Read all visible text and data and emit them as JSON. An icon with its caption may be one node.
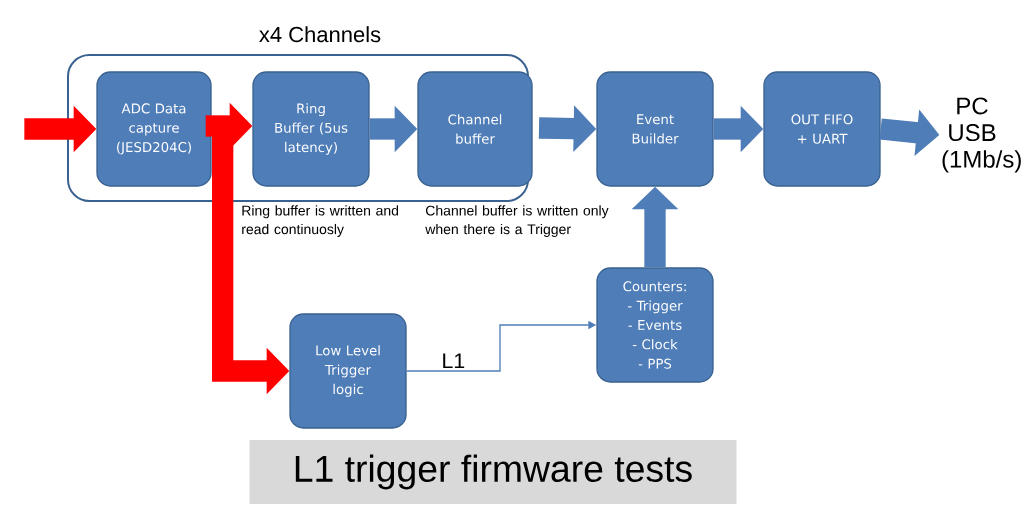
{
  "diagram": {
    "caption": "L1 trigger firmware tests",
    "nodes": [
      {
        "text": [
          "x4 Channels"
        ]
      },
      {
        "text": [
          "ADC Data capture (JESD204C)"
        ],
        "in": 0
      },
      {
        "text": [
          "Ring Buffer (5us latency)"
        ],
        "in": 0
      },
      {
        "text": [
          "Channel buffer"
        ],
        "in": 0
      },
      {
        "text": [
          "Event Builder"
        ]
      },
      {
        "text": [
          "OUT FIFO + UART"
        ]
      },
      {
        "text": [
          "PC USB (1Mb/s)"
        ]
      },
      {
        "text": [
          "Counters:",
          "- Trigger",
          "- Events",
          "- Clock",
          "- PPS"
        ]
      },
      {
        "text": [
          "Low Level Trigger logic"
        ]
      }
    ],
    "edges": [
      {
        "from": null,
        "to": 1,
        "arrow": "to",
        "color": "#ff0000"
      },
      {
        "from": 1,
        "to": 2,
        "arrow": "to",
        "color": "#ff0000"
      },
      {
        "from": 1,
        "to": 8,
        "arrow": "to",
        "color": "#ff0000"
      },
      {
        "from": 2,
        "to": 3,
        "arrow": "to"
      },
      {
        "from": 0,
        "to": 4,
        "arrow": "to"
      },
      {
        "from": 4,
        "to": 5,
        "arrow": "to"
      },
      {
        "from": 5,
        "to": 6,
        "arrow": "to"
      },
      {
        "from": 7,
        "to": 4,
        "arrow": "to"
      },
      {
        "from": 8,
        "to": 7,
        "arrow": "to",
        "label": "L1"
      }
    ],
    "labels": [
      "Ring buffer is written and read continuosly",
      "Channel buffer is written only when there is a Trigger"
    ]
  }
}
